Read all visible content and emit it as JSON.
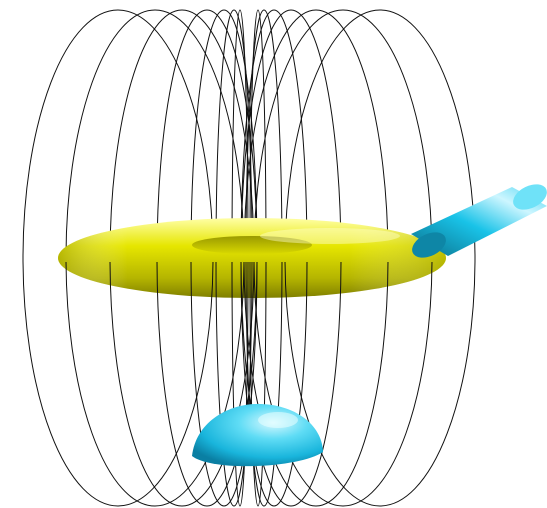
{
  "scene": {
    "background_color": "#ffffff",
    "coil": {
      "loop_count": 14,
      "stroke_color": "#111111",
      "icon": "wire-loop"
    },
    "torus": {
      "color": "#e6e600",
      "highlight_color": "#ffffa6",
      "shadow_color": "#7f7f00",
      "icon": "torus-ring"
    },
    "injection_tube": {
      "color": "#19c3e8",
      "highlight_color": "#cdf6ff",
      "shadow_color": "#0b6f8a",
      "icon": "cylinder-tube"
    },
    "dome": {
      "color": "#19c3e8",
      "highlight_color": "#d9f9ff",
      "shadow_color": "#0a7fa3",
      "icon": "half-sphere"
    }
  }
}
